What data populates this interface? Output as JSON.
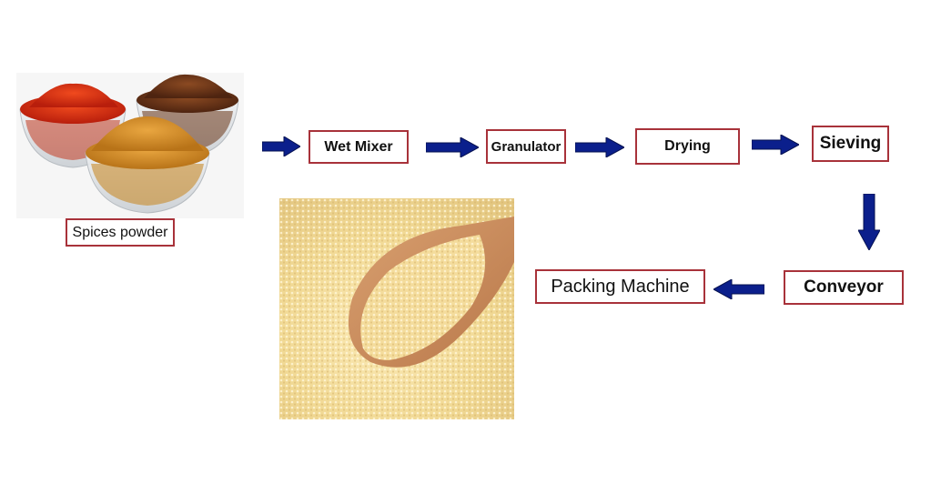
{
  "steps": {
    "spices_powder": "Spices powder",
    "wet_mixer": "Wet Mixer",
    "granulator": "Granulator",
    "drying": "Drying",
    "sieving": "Sieving",
    "conveyor": "Conveyor",
    "packing_machine": "Packing Machine"
  },
  "colors": {
    "box_border": "#a8323a",
    "arrow_fill": "#0b1f8c",
    "arrow_edge": "#061251"
  }
}
